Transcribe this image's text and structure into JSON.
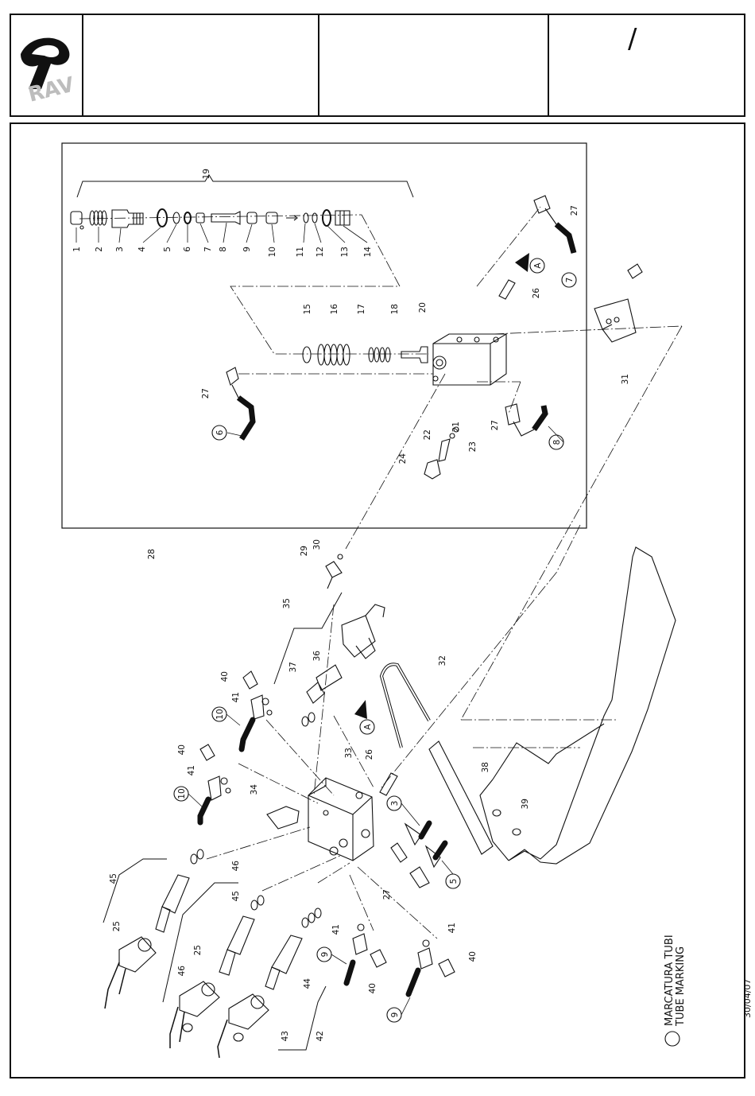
{
  "header": {
    "logo_text": "RAV",
    "cell_mark": "/"
  },
  "diagram": {
    "legend_line1": "MARCATURA TUBI",
    "legend_line2": "TUBE MARKING",
    "date": "30/04/07",
    "inset_kit_label": "28",
    "group_label": "19",
    "exploded_parts": [
      "1",
      "2",
      "3",
      "4",
      "5",
      "6",
      "7",
      "8",
      "9",
      "10",
      "11",
      "12",
      "13",
      "14"
    ],
    "valve_block_parts": [
      "15",
      "16",
      "17",
      "18",
      "20"
    ],
    "fitting_parts": [
      "21",
      "22",
      "23",
      "24",
      "26",
      "27",
      "27",
      "27",
      "27"
    ],
    "lower_parts": [
      "29",
      "30",
      "31",
      "32",
      "33",
      "34",
      "35",
      "36",
      "37",
      "38",
      "39",
      "40",
      "41",
      "42",
      "43",
      "44",
      "45",
      "46",
      "25"
    ],
    "tube_markers": [
      "6",
      "7",
      "8",
      "10",
      "10",
      "3",
      "5",
      "9",
      "9"
    ],
    "view_markers": [
      "A",
      "A"
    ]
  }
}
